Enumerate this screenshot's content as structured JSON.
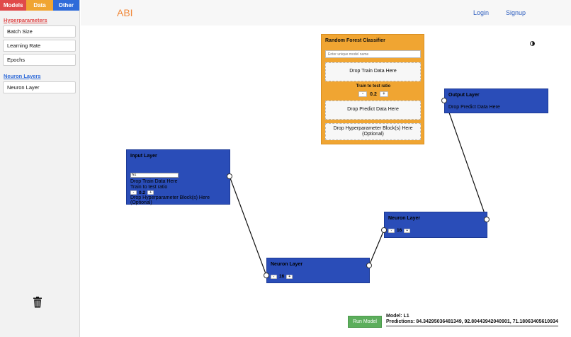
{
  "sidebar": {
    "tabs": [
      {
        "label": "Models",
        "color": "#e04a4a"
      },
      {
        "label": "Data",
        "color": "#f0a532"
      },
      {
        "label": "Other",
        "color": "#2f6bd9"
      }
    ],
    "hyper_title": "Hyperparameters",
    "hyper_items": [
      "Batch Size",
      "Learning Rate",
      "Epochs"
    ],
    "neuron_title": "Neuron Layers",
    "neuron_items": [
      "Neuron Layer"
    ],
    "trash_icon": "trash-icon"
  },
  "header": {
    "brand": "ABI",
    "login": "Login",
    "signup": "Signup",
    "theme_icon": "contrast-icon"
  },
  "rf_block": {
    "title": "Random Forest Classifier",
    "name_placeholder": "Enter unique model name",
    "drop_train": "Drop Train Data Here",
    "ratio_label": "Train to test ratio",
    "ratio_value": "0.2",
    "drop_predict": "Drop Predict Data Here",
    "drop_hyper": "Drop Hyperparameter Block(s) Here (Optional)",
    "color": "#f0a532"
  },
  "input_layer": {
    "title": "Input Layer",
    "name_value": "N1",
    "drop_train": "Drop Train Data Here",
    "ratio_label": "Train to test ratio",
    "ratio_value": "0.2",
    "drop_hyper": "Drop Hyperparameter Block(s) Here (Optional)"
  },
  "neuron_layer_1": {
    "title": "Neuron Layer",
    "value": "16"
  },
  "neuron_layer_2": {
    "title": "Neuron Layer",
    "value": "16"
  },
  "output_layer": {
    "title": "Output Layer",
    "drop_predict": "Drop Predict Data Here"
  },
  "stepper": {
    "minus": "-",
    "plus": "+"
  },
  "run": {
    "button": "Run Model",
    "model": "Model: L1",
    "predictions": "Predictions: 84.34295036481349, 92.80443942040901, 71.18063405610934"
  },
  "colors": {
    "layer_blue": "#2a4db8",
    "run_green": "#5cae5c",
    "brand_orange": "#f08a3c"
  }
}
